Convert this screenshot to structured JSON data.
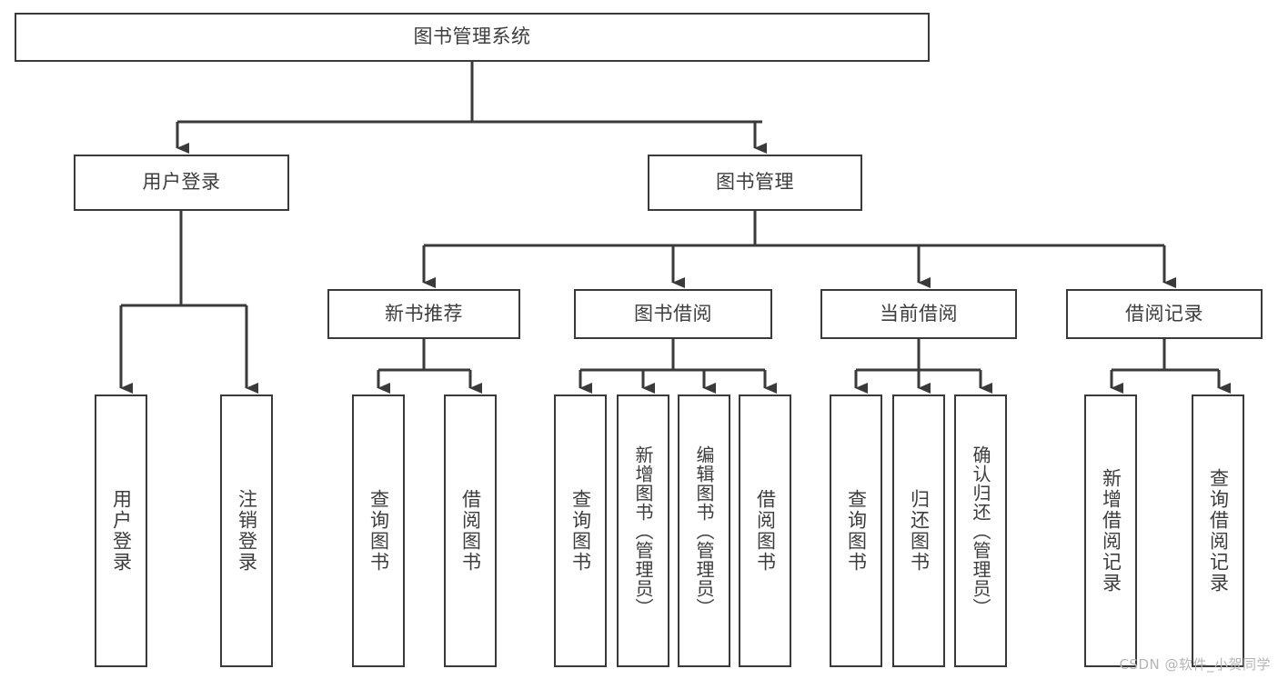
{
  "diagram": {
    "title": "图书管理系统",
    "type": "tree",
    "root": {
      "label": "图书管理系统"
    },
    "level2": [
      {
        "label": "用户登录"
      },
      {
        "label": "图书管理"
      }
    ],
    "level3": [
      {
        "label": "新书推荐"
      },
      {
        "label": "图书借阅"
      },
      {
        "label": "当前借阅"
      },
      {
        "label": "借阅记录"
      }
    ],
    "leaves": {
      "user_login": [
        {
          "label": "用户登录"
        },
        {
          "label": "注销登录"
        }
      ],
      "new_book_recommend": [
        {
          "label": "查询图书"
        },
        {
          "label": "借阅图书"
        }
      ],
      "book_borrow": [
        {
          "label": "查询图书"
        },
        {
          "label": "新增图书（管理员）"
        },
        {
          "label": "编辑图书（管理员）"
        },
        {
          "label": "借阅图书"
        }
      ],
      "current_borrow": [
        {
          "label": "查询图书"
        },
        {
          "label": "归还图书"
        },
        {
          "label": "确认归还（管理员）"
        }
      ],
      "borrow_record": [
        {
          "label": "新增借阅记录"
        },
        {
          "label": "查询借阅记录"
        }
      ]
    }
  },
  "watermark": {
    "text": "CSDN @软件_小贺同学"
  },
  "colors": {
    "stroke": "#3a3a3a",
    "text": "#3d3d3d",
    "background": "#ffffff",
    "watermark": "#b6b6b6"
  }
}
